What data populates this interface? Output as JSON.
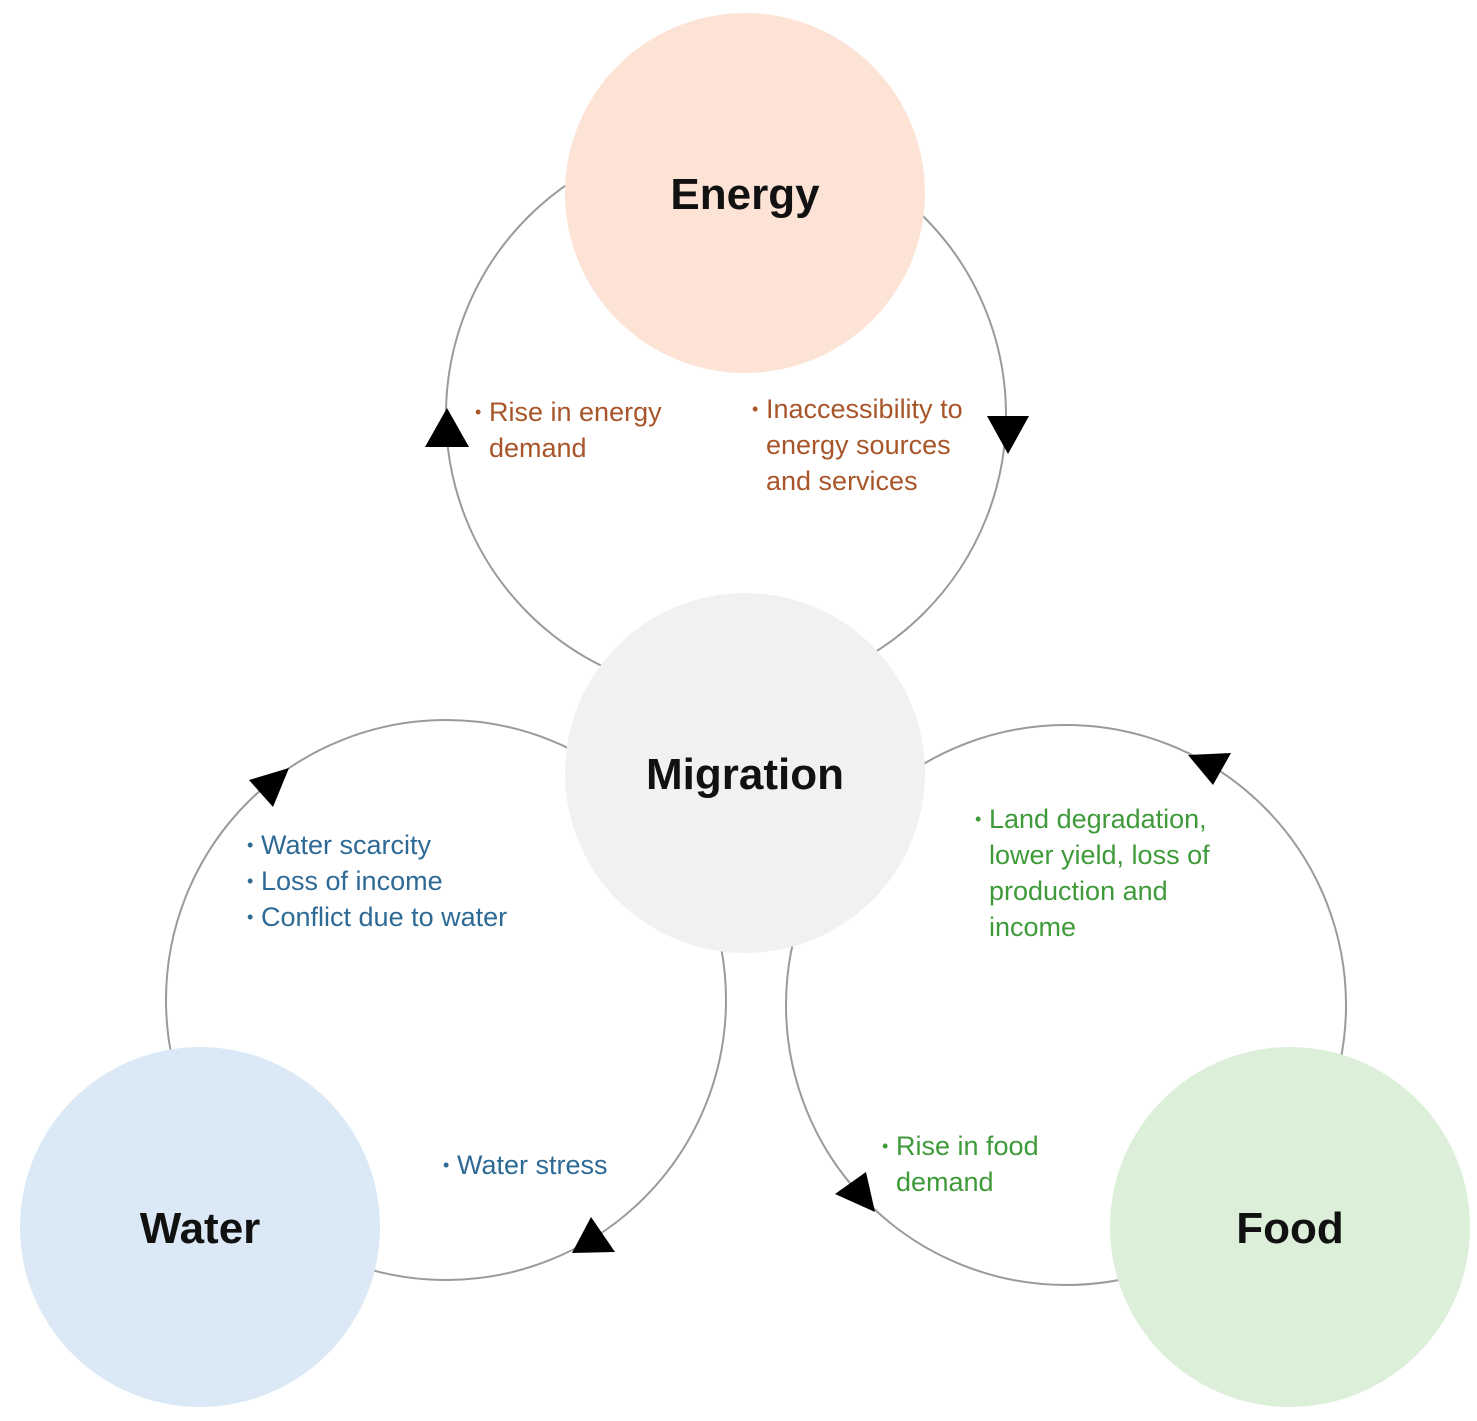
{
  "colors": {
    "energy_fill": "#fde3d6",
    "migration_fill": "#f1f1f1",
    "water_fill": "#dbe9f6",
    "food_fill": "#dcefd9",
    "energy_text": "#a8552a",
    "water_text": "#2e6a96",
    "food_text": "#3f9a3a",
    "cycle_stroke": "#9a9a9a",
    "arrowhead": "#000000"
  },
  "nodes": {
    "energy": "Energy",
    "migration": "Migration",
    "water": "Water",
    "food": "Food"
  },
  "energy_cycle": {
    "left_bullets": [
      "Rise in energy demand"
    ],
    "right_bullets": [
      "Inaccessibility to energy sources and services"
    ]
  },
  "water_cycle": {
    "top_bullets": [
      "Water scarcity",
      "Loss of income",
      "Conflict due to water"
    ],
    "bottom_bullets": [
      "Water stress"
    ]
  },
  "food_cycle": {
    "top_bullets": [
      "Land degradation, lower yield, loss of production and income"
    ],
    "bottom_bullets": [
      "Rise in food demand"
    ]
  }
}
